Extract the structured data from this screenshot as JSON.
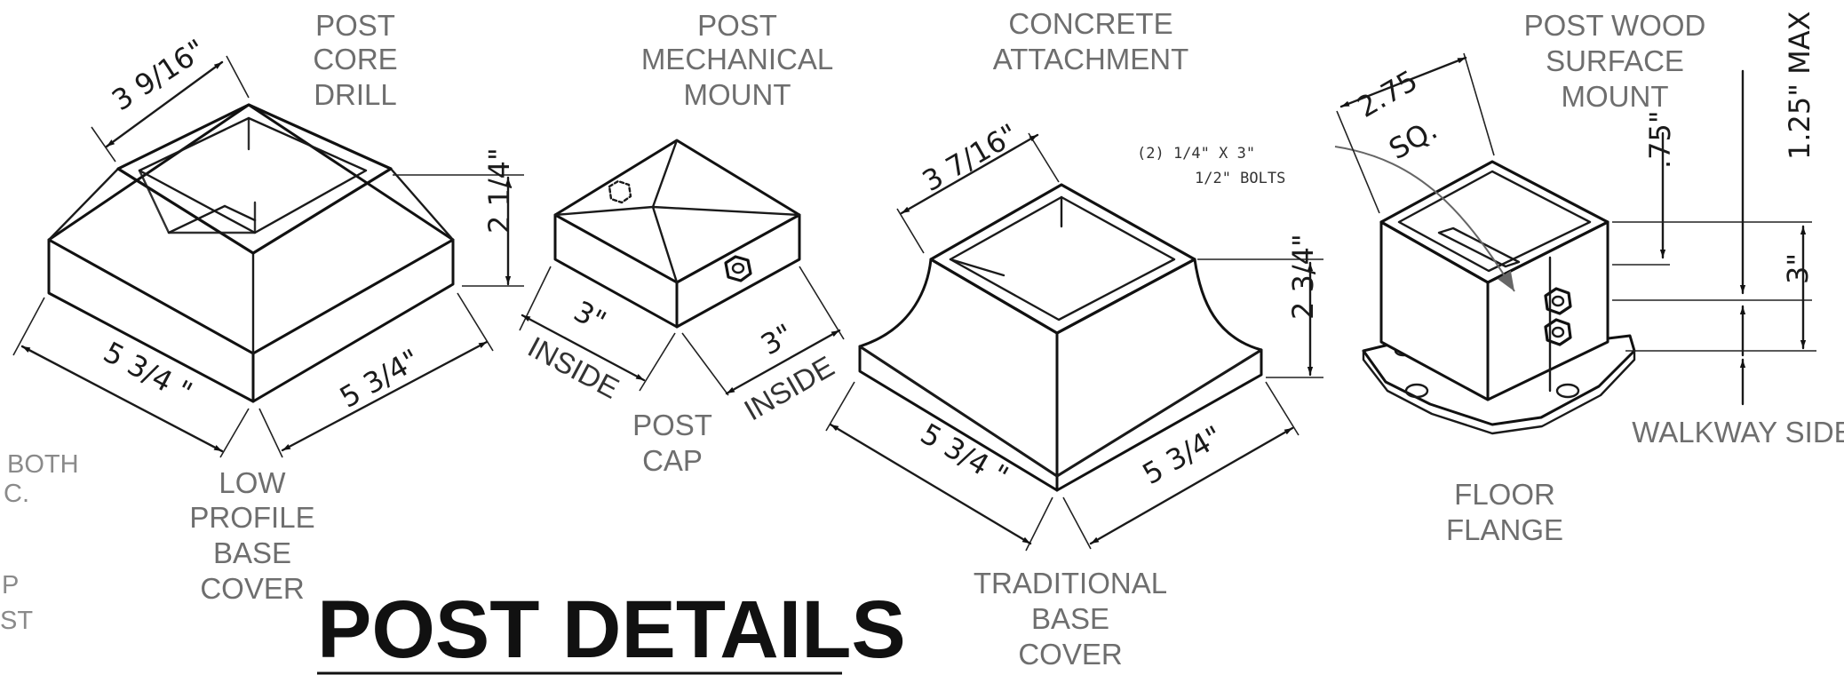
{
  "title": "POST DETAILS",
  "left_fragments": [
    "BOTH",
    "C.",
    "P",
    "ST"
  ],
  "labels": {
    "core_drill": [
      "POST",
      "CORE",
      "DRILL"
    ],
    "mechanical_mount": [
      "POST",
      "MECHANICAL",
      "MOUNT"
    ],
    "concrete": [
      "CONCRETE",
      "ATTACHMENT"
    ],
    "wood_mount": [
      "POST WOOD",
      "SURFACE",
      "MOUNT"
    ],
    "low_profile": [
      "LOW",
      "PROFILE",
      "BASE",
      "COVER"
    ],
    "post_cap": [
      "POST",
      "CAP"
    ],
    "traditional": [
      "TRADITIONAL",
      "BASE",
      "COVER"
    ],
    "floor_flange": [
      "FLOOR",
      "FLANGE"
    ],
    "walkway": "WALKWAY SIDE"
  },
  "bolts_note": [
    "(2)  1/4\" X 3\"",
    "1/2\" BOLTS"
  ],
  "dims": {
    "core_drill": "3 9/16\"",
    "low_profile_height": "2 1/4\"",
    "low_profile_left": "5 3/4 \"",
    "low_profile_right": "5 3/4\"",
    "cap_left": "3\"",
    "cap_left_sub": "INSIDE",
    "cap_right": "3\"",
    "cap_right_sub": "INSIDE",
    "trad_top": "3 7/16\"",
    "trad_height": "2 3/4\"",
    "trad_left": "5 3/4 \"",
    "trad_right": "5 3/4\"",
    "flange_top": "2.75",
    "flange_sq": "SQ.",
    "flange_75": ".75\"",
    "flange_125": "1.25\"  MAX",
    "flange_3": "3\""
  }
}
